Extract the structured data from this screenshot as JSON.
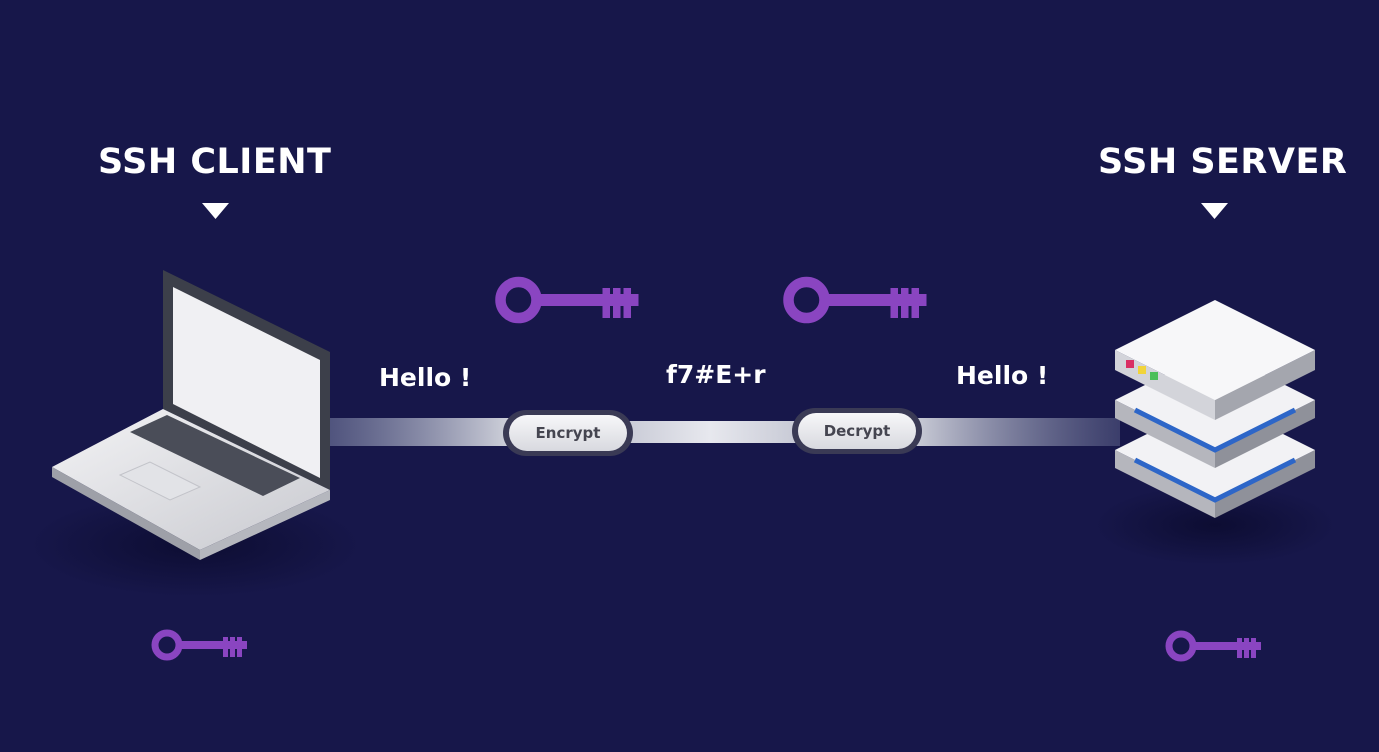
{
  "client": {
    "title": "SSH CLIENT"
  },
  "server": {
    "title": "SSH SERVER"
  },
  "messages": {
    "plain_left": "Hello !",
    "cipher": "f7#E+r",
    "plain_right": "Hello !"
  },
  "steps": {
    "encrypt": "Encrypt",
    "decrypt": "Decrypt"
  },
  "icons": {
    "key": "key-icon",
    "laptop": "laptop-icon",
    "server": "server-icon",
    "pointer": "down-triangle-icon"
  },
  "colors": {
    "background": "#17174a",
    "key": "#8a45c1",
    "server_stripe": "#2d66c8",
    "light_red": "#d92f64",
    "light_yellow": "#f1d43a",
    "light_green": "#4bbf59"
  }
}
